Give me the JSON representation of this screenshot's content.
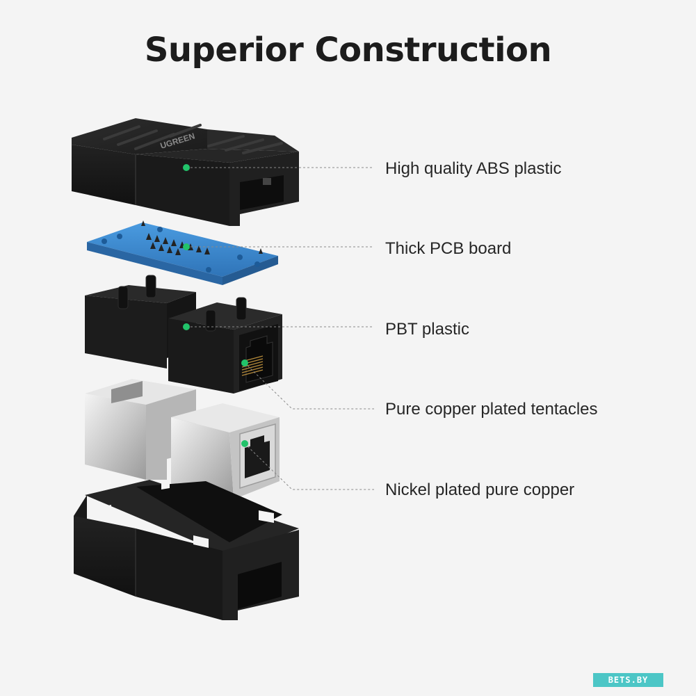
{
  "title": "Superior Construction",
  "components": [
    {
      "label": "High quality ABS plastic"
    },
    {
      "label": "Thick PCB board"
    },
    {
      "label": "PBT plastic"
    },
    {
      "label": "Pure copper plated tentacles"
    },
    {
      "label": "Nickel plated pure copper"
    }
  ],
  "brand_logo_text": "UGREEN",
  "watermark": "BETS.BY",
  "colors": {
    "background": "#f4f4f4",
    "marker_dot": "#22c36a",
    "pcb_blue": "#3e8fd8",
    "housing_black": "#1f1f1f",
    "nickel_silver": "#d6d6d6",
    "watermark_bg": "#4cc6c6"
  }
}
